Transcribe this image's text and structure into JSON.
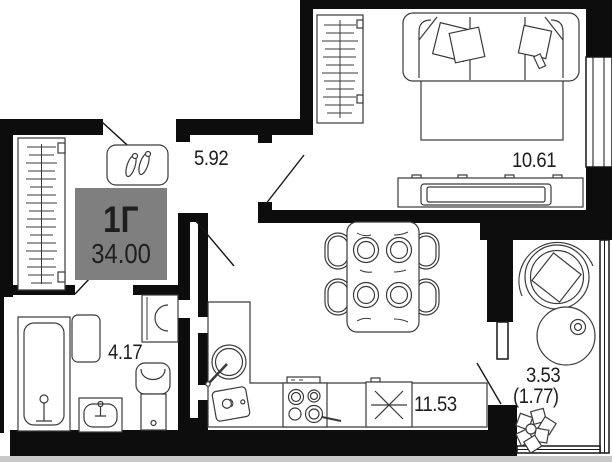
{
  "plan": {
    "unit_label": "1Г",
    "total_area": "34.00",
    "rooms": {
      "hallway": {
        "area": "5.92"
      },
      "living_room": {
        "area": "10.61"
      },
      "bathroom": {
        "area": "4.17"
      },
      "kitchen": {
        "area": "11.53"
      },
      "balcony": {
        "area": "3.53",
        "area_reduced": "(1.77)"
      }
    },
    "colors": {
      "wall": "#0d0d0d",
      "label_block_bg": "#7f7f7f",
      "label_text": "#1e1e1e",
      "furniture_outline": "#3a3a3a",
      "background": "#ffffff",
      "bottom_strip": "#c9c9c9"
    }
  }
}
